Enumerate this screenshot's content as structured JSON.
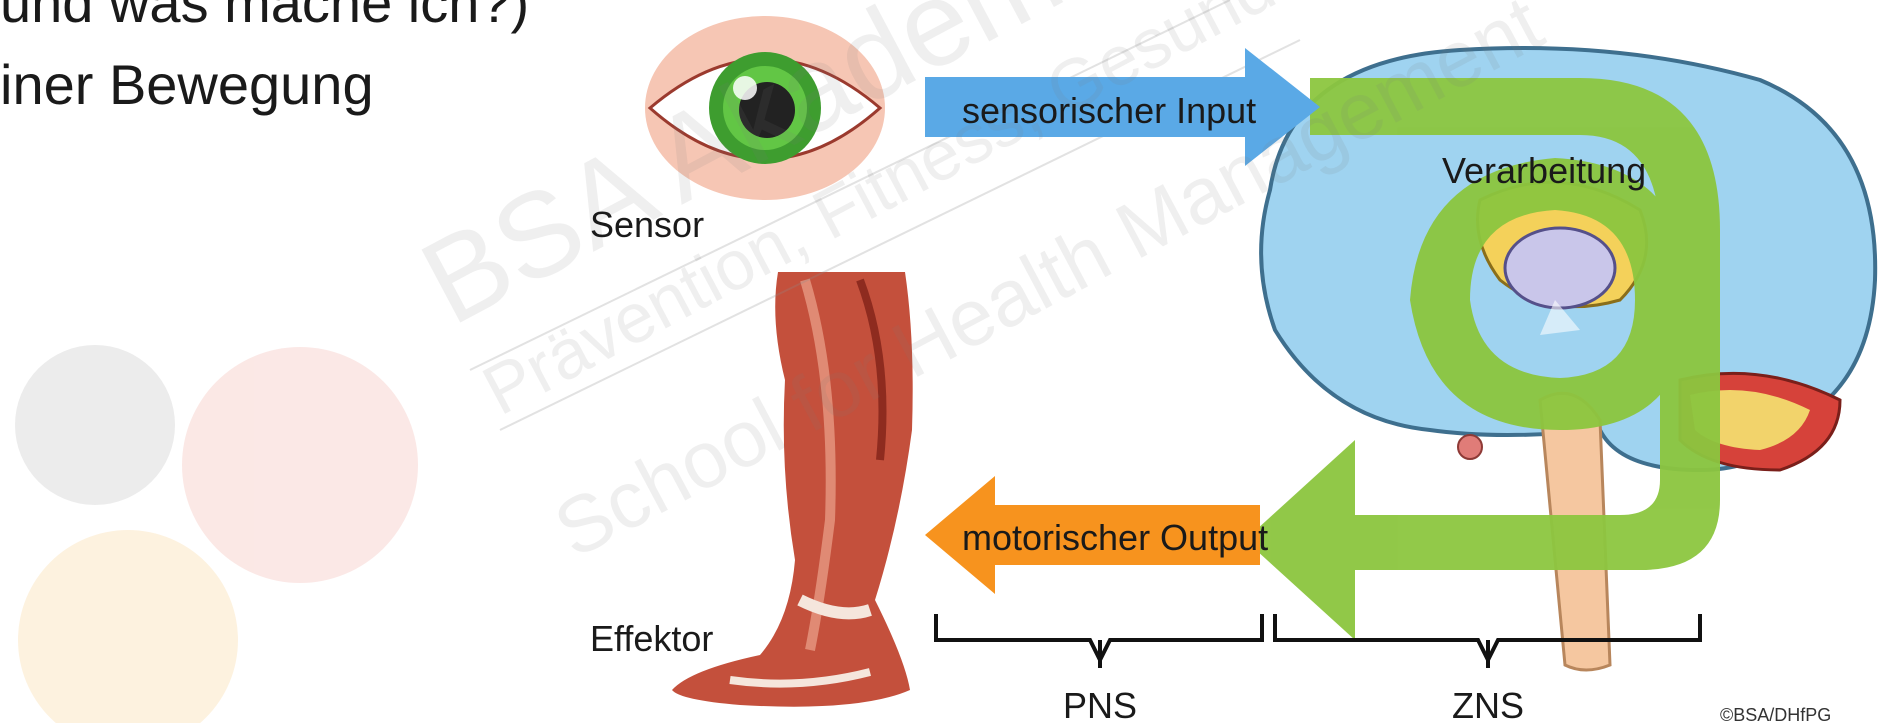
{
  "slide": {
    "title_line1": "und was mache ich?)",
    "title_line2": "iner Bewegung"
  },
  "diagram": {
    "sensor_label": "Sensor",
    "effector_label": "Effektor",
    "sensory_input_label": "sensorischer Input",
    "processing_label": "Verarbeitung",
    "motor_output_label": "motorischer Output",
    "pns_label": "PNS",
    "zns_label": "ZNS"
  },
  "watermark": {
    "line1": "BSA Akademie",
    "line2": "Prävention, Fitness, Gesundheit",
    "line3": "School for Health Management"
  },
  "copyright": "©BSA/DHfPG",
  "colors": {
    "sensory_arrow": "#5aa9e6",
    "motor_arrow": "#f7931e",
    "processing_loop": "#8cc63f",
    "brain": "#9fd3f0"
  }
}
